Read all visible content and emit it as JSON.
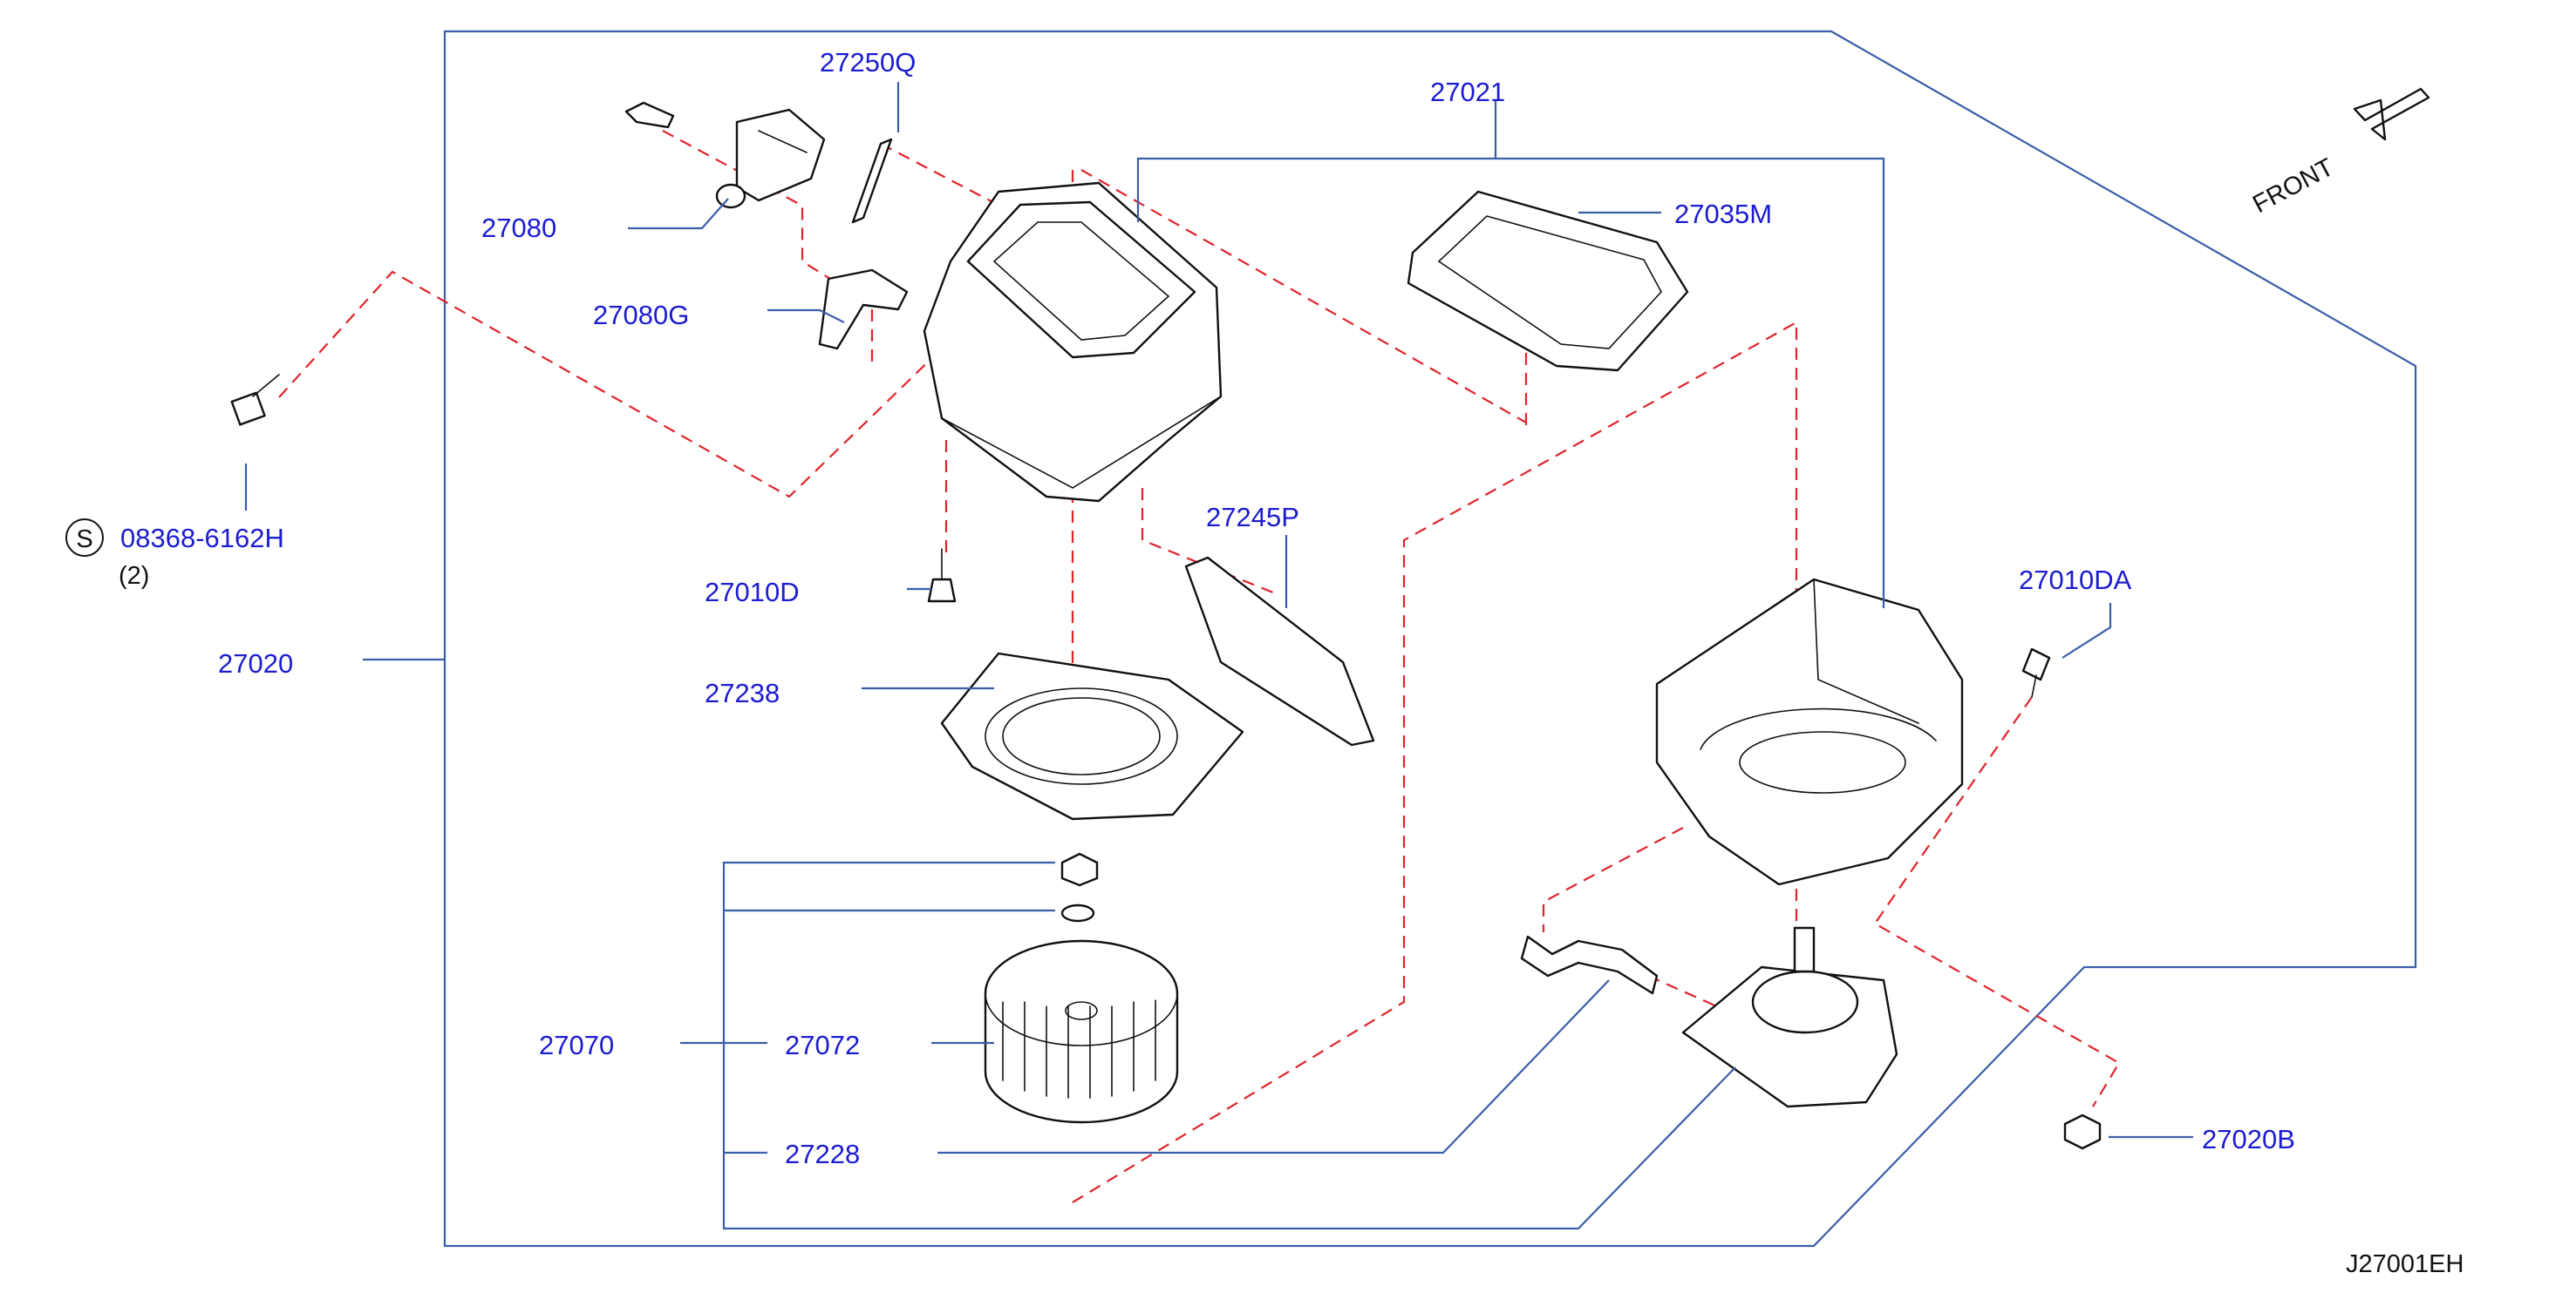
{
  "diagram_id": "J27001EH",
  "front_label": "FRONT",
  "screw_symbol": "S",
  "labels": {
    "p27250Q": "27250Q",
    "p27021": "27021",
    "p27080": "27080",
    "p27035M": "27035M",
    "p27080G": "27080G",
    "p08368": "08368-6162H",
    "qty_08368": "(2)",
    "p27245P": "27245P",
    "p27010DA": "27010DA",
    "p27010D": "27010D",
    "p27020": "27020",
    "p27238": "27238",
    "p27070": "27070",
    "p27072": "27072",
    "p27228": "27228",
    "p27020B": "27020B"
  },
  "icons": [
    "front-arrow-icon",
    "screw-s-symbol-icon"
  ],
  "colors": {
    "label": "#1c1cd0",
    "leader_line": "#3a5ea8",
    "dashed_line": "#e0242a",
    "part_outline": "#111111"
  }
}
